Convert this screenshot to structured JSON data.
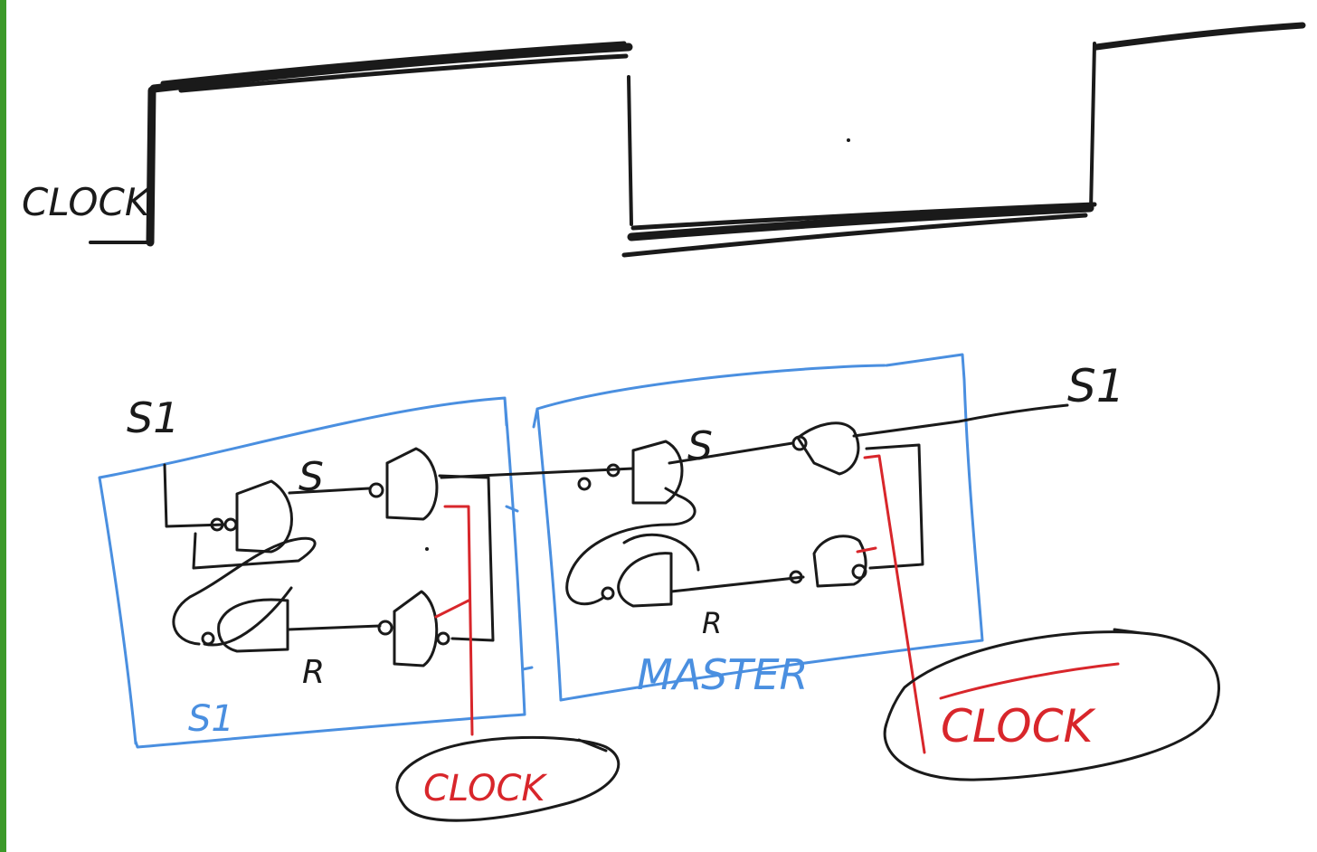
{
  "colors": {
    "black_ink": "#1a1a1a",
    "blue_ink": "#4a8fe0",
    "red_ink": "#d8262b",
    "left_edge": "#3c9a2a"
  },
  "waveform": {
    "label": "CLOCK"
  },
  "slave": {
    "input_label": "S1",
    "s_label": "S",
    "r_label": "R",
    "box_label": "S1"
  },
  "master": {
    "output_label": "S1",
    "s_label": "S",
    "r_label": "R",
    "box_label": "MASTER"
  },
  "clock_labels": {
    "slave_clock": "CLOCK",
    "master_clock": "CLOCK"
  }
}
